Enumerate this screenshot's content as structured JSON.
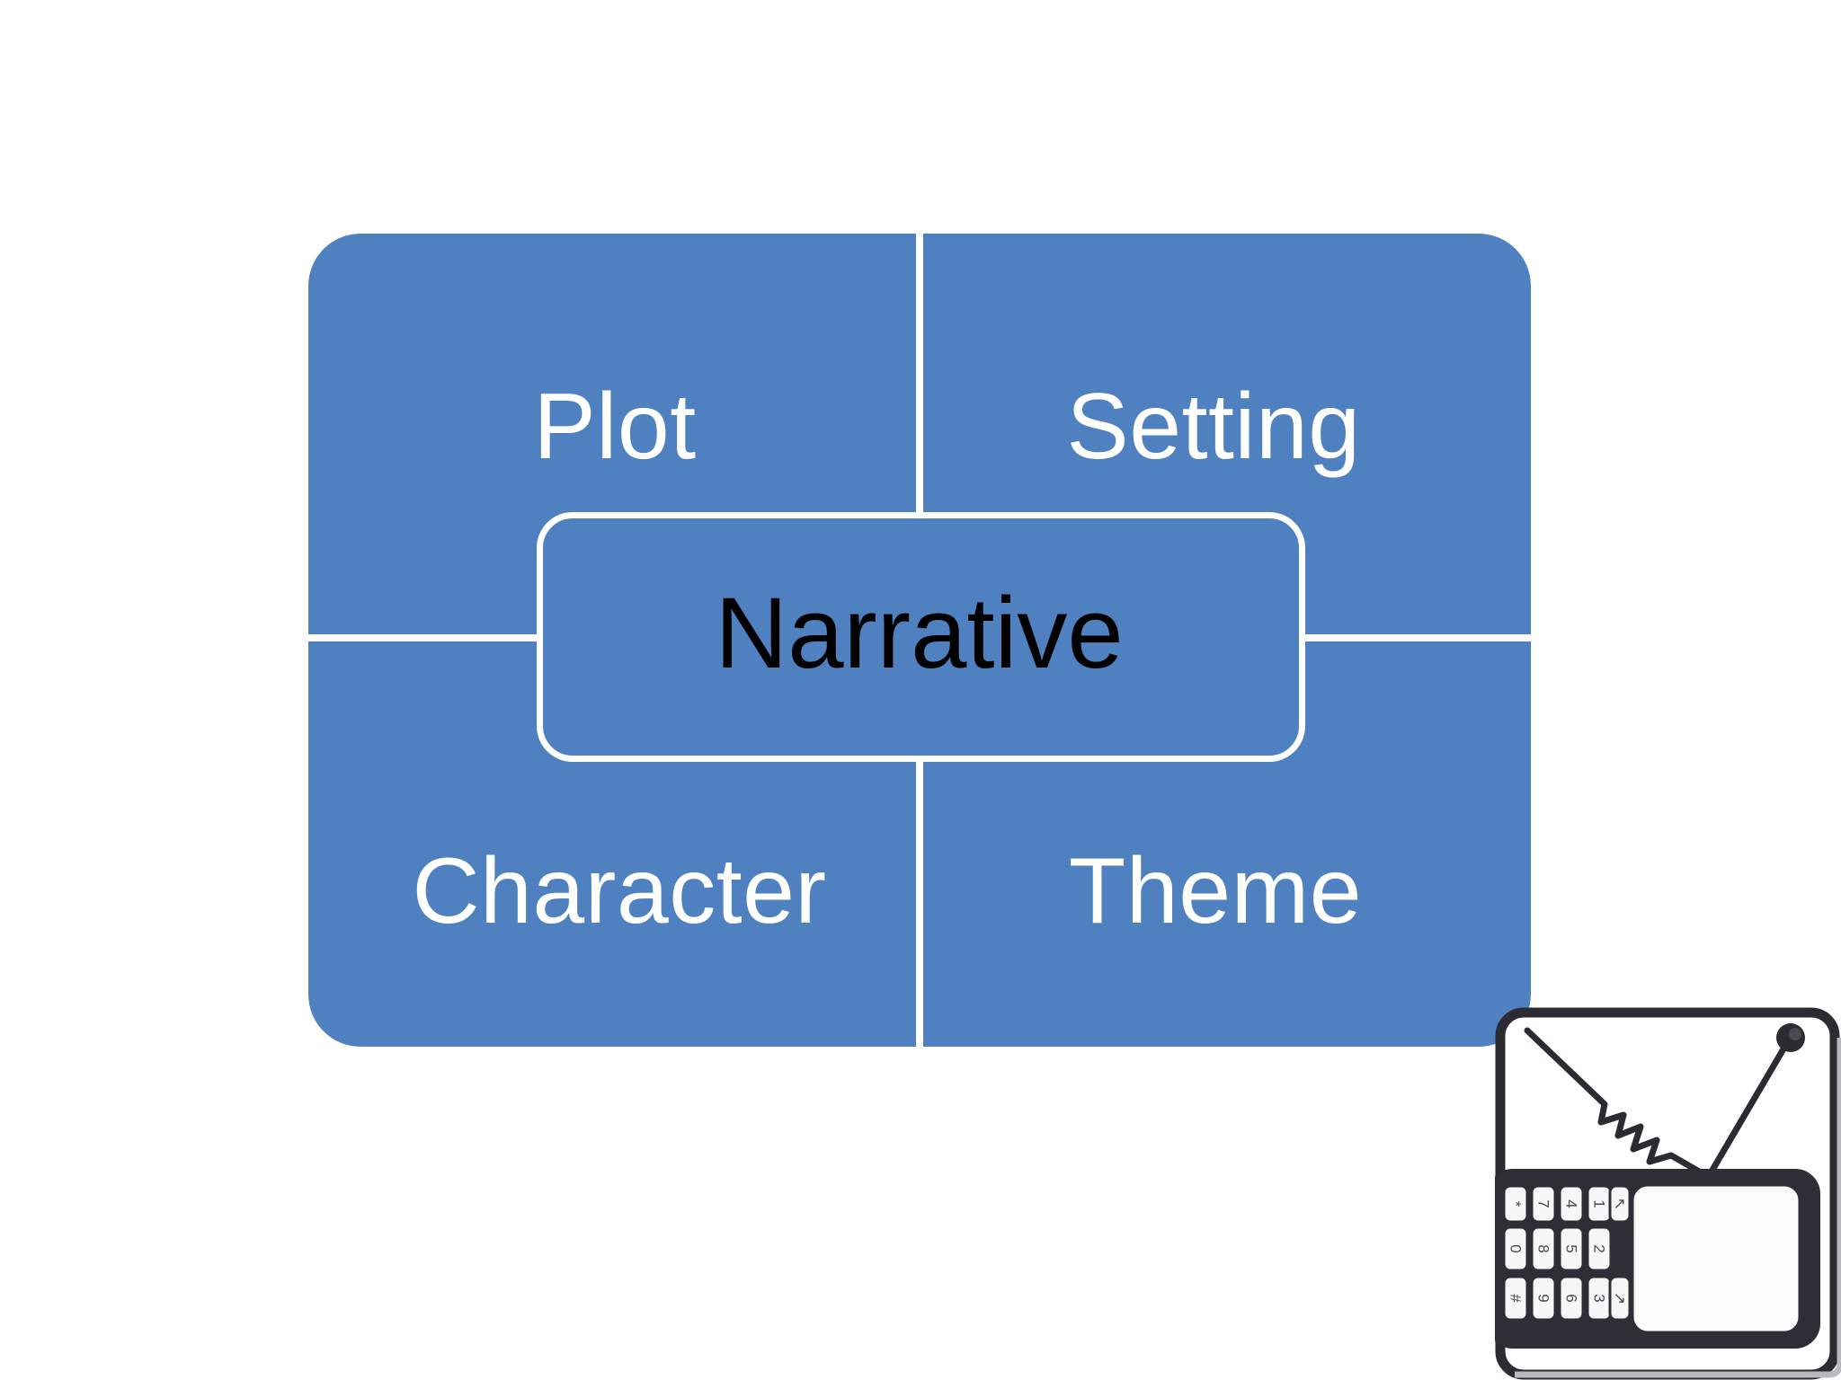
{
  "slide": {
    "background_color": "#FFFFFF",
    "accent_color": "#4F81C0",
    "divider_color": "#FFFFFF",
    "quadrant_text_color": "#FFFFFF",
    "center_text_color": "#000000"
  },
  "diagram": {
    "type": "matrix-with-center-hub",
    "center": {
      "label": "Narrative",
      "fill": "#4F81C0",
      "border": "#FFFFFF",
      "text_color": "#000000"
    },
    "quadrants": [
      {
        "id": "plot",
        "label": "Plot",
        "position": "top-left"
      },
      {
        "id": "setting",
        "label": "Setting",
        "position": "top-right"
      },
      {
        "id": "character",
        "label": "Character",
        "position": "bottom-left"
      },
      {
        "id": "theme",
        "label": "Theme",
        "position": "bottom-right"
      }
    ]
  },
  "decoration": {
    "corner_icon": {
      "name": "phone-keypad-device-icon",
      "description": "rotated mobile phone with keypad and antenna lines",
      "stroke_color": "#2B2B31",
      "keys": [
        "*",
        "7",
        "4",
        "1",
        "↖",
        "0",
        "8",
        "5",
        "2",
        "#",
        "9",
        "6",
        "3",
        "↗"
      ]
    }
  }
}
